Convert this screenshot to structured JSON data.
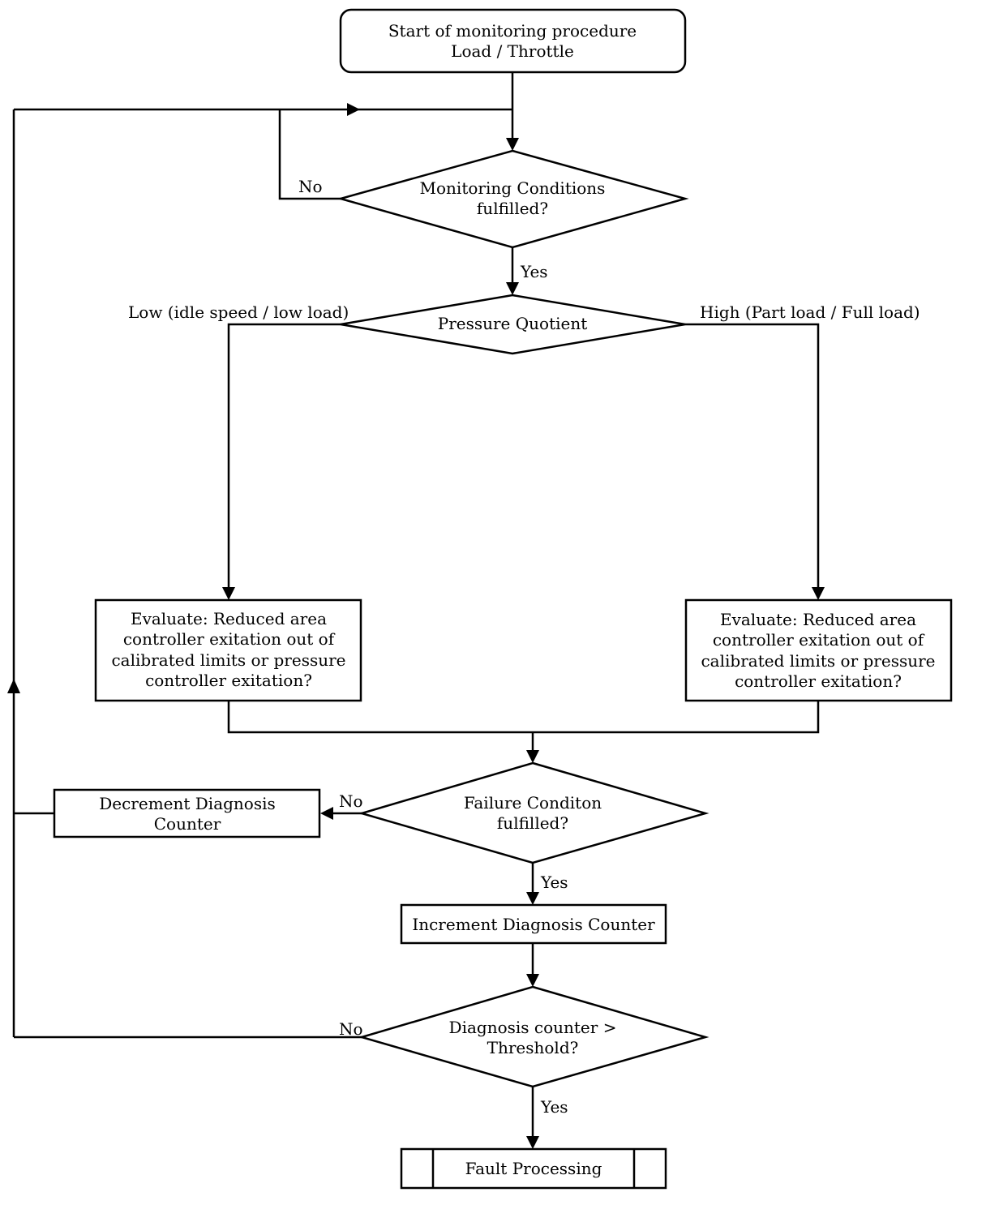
{
  "diagram": {
    "nodes": {
      "start": {
        "line1": "Start of monitoring procedure",
        "line2": "Load / Throttle"
      },
      "monitoring_check": {
        "line1": "Monitoring Conditions",
        "line2": "fulfilled?"
      },
      "pressure_quotient": {
        "label": "Pressure Quotient"
      },
      "evaluate_low": {
        "line1": "Evaluate: Reduced area",
        "line2": "controller exitation out of",
        "line3": "calibrated limits or pressure",
        "line4": "controller exitation?"
      },
      "evaluate_high": {
        "line1": "Evaluate: Reduced area",
        "line2": "controller exitation out of",
        "line3": "calibrated limits or pressure",
        "line4": "controller exitation?"
      },
      "failure_check": {
        "line1": "Failure Conditon",
        "line2": "fulfilled?"
      },
      "decrement": {
        "line1": "Decrement Diagnosis",
        "line2": "Counter"
      },
      "increment": {
        "label": "Increment Diagnosis Counter"
      },
      "threshold_check": {
        "line1": "Diagnosis counter >",
        "line2": "Threshold?"
      },
      "fault": {
        "label": "Fault Processing"
      }
    },
    "edge_labels": {
      "monitoring_no": "No",
      "monitoring_yes": "Yes",
      "low_branch": "Low (idle speed / low load)",
      "high_branch": "High (Part load / Full load)",
      "failure_no": "No",
      "failure_yes": "Yes",
      "threshold_no": "No",
      "threshold_yes": "Yes"
    }
  }
}
